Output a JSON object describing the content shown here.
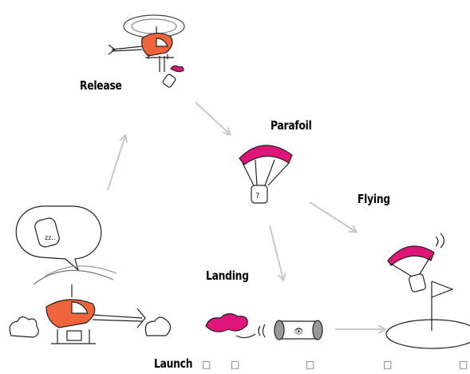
{
  "labels": {
    "release": "Release",
    "parafoil": "Parafoil",
    "flying": "Flying",
    "landing": "Landing",
    "launch": "Launch"
  },
  "placeholder_glyphs": [
    "□",
    "□",
    "□",
    "□",
    "□"
  ],
  "colors": {
    "helicopter_body": "#f0643c",
    "parafoil": "#e0157a",
    "arrow": "#c8c8c8",
    "outline": "#222222"
  },
  "icons": [
    "helicopter",
    "speech-bubble",
    "sleeping-capsule",
    "payload-capsule",
    "parafoil",
    "capsule-rover",
    "flag",
    "bush"
  ]
}
